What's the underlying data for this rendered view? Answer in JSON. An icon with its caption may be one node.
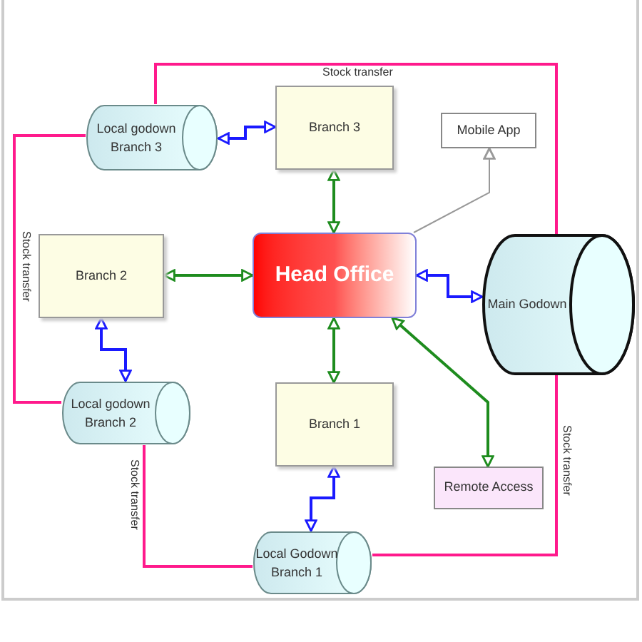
{
  "diagram": {
    "nodes": [
      {
        "text": [
          "Head Office"
        ]
      },
      {
        "text": [
          "Branch 3"
        ]
      },
      {
        "text": [
          "Mobile App"
        ]
      },
      {
        "text": [
          "Local godown Branch 3"
        ]
      },
      {
        "text": [
          "Branch 2"
        ]
      },
      {
        "text": [
          "Main Godown"
        ]
      },
      {
        "text": [
          "Local godown Branch 2"
        ]
      },
      {
        "text": [
          "Branch 1"
        ]
      },
      {
        "text": [
          "Remote Access"
        ]
      },
      {
        "text": [
          "Local Godown Branch 1"
        ]
      }
    ],
    "edges": [
      {
        "from": 3,
        "to": 1,
        "arrow": "both",
        "color": "#1a1aff"
      },
      {
        "from": 1,
        "to": 0,
        "arrow": "both",
        "color": "#1e8c1e"
      },
      {
        "from": 0,
        "to": 2,
        "arrow": "to",
        "color": "#999999"
      },
      {
        "from": 4,
        "to": 0,
        "arrow": "both",
        "color": "#1e8c1e"
      },
      {
        "from": 0,
        "to": 5,
        "arrow": "both",
        "color": "#1a1aff"
      },
      {
        "from": 4,
        "to": 6,
        "arrow": "both",
        "color": "#1a1aff"
      },
      {
        "from": 0,
        "to": 7,
        "arrow": "both",
        "color": "#1e8c1e"
      },
      {
        "from": 0,
        "to": 8,
        "arrow": "both",
        "color": "#1e8c1e"
      },
      {
        "from": 7,
        "to": 9,
        "arrow": "both",
        "color": "#1a1aff"
      },
      {
        "from": 3,
        "to": 5,
        "arrow": "none",
        "label": "Stock transfer",
        "color": "#ff1a8c"
      },
      {
        "from": 3,
        "to": 6,
        "arrow": "none",
        "label": "Stock transfer",
        "color": "#ff1a8c"
      },
      {
        "from": 6,
        "to": 9,
        "arrow": "none",
        "label": "Stock transfer",
        "color": "#ff1a8c"
      },
      {
        "from": 5,
        "to": 9,
        "arrow": "none",
        "label": "Stock transfer",
        "color": "#ff1a8c"
      }
    ]
  }
}
